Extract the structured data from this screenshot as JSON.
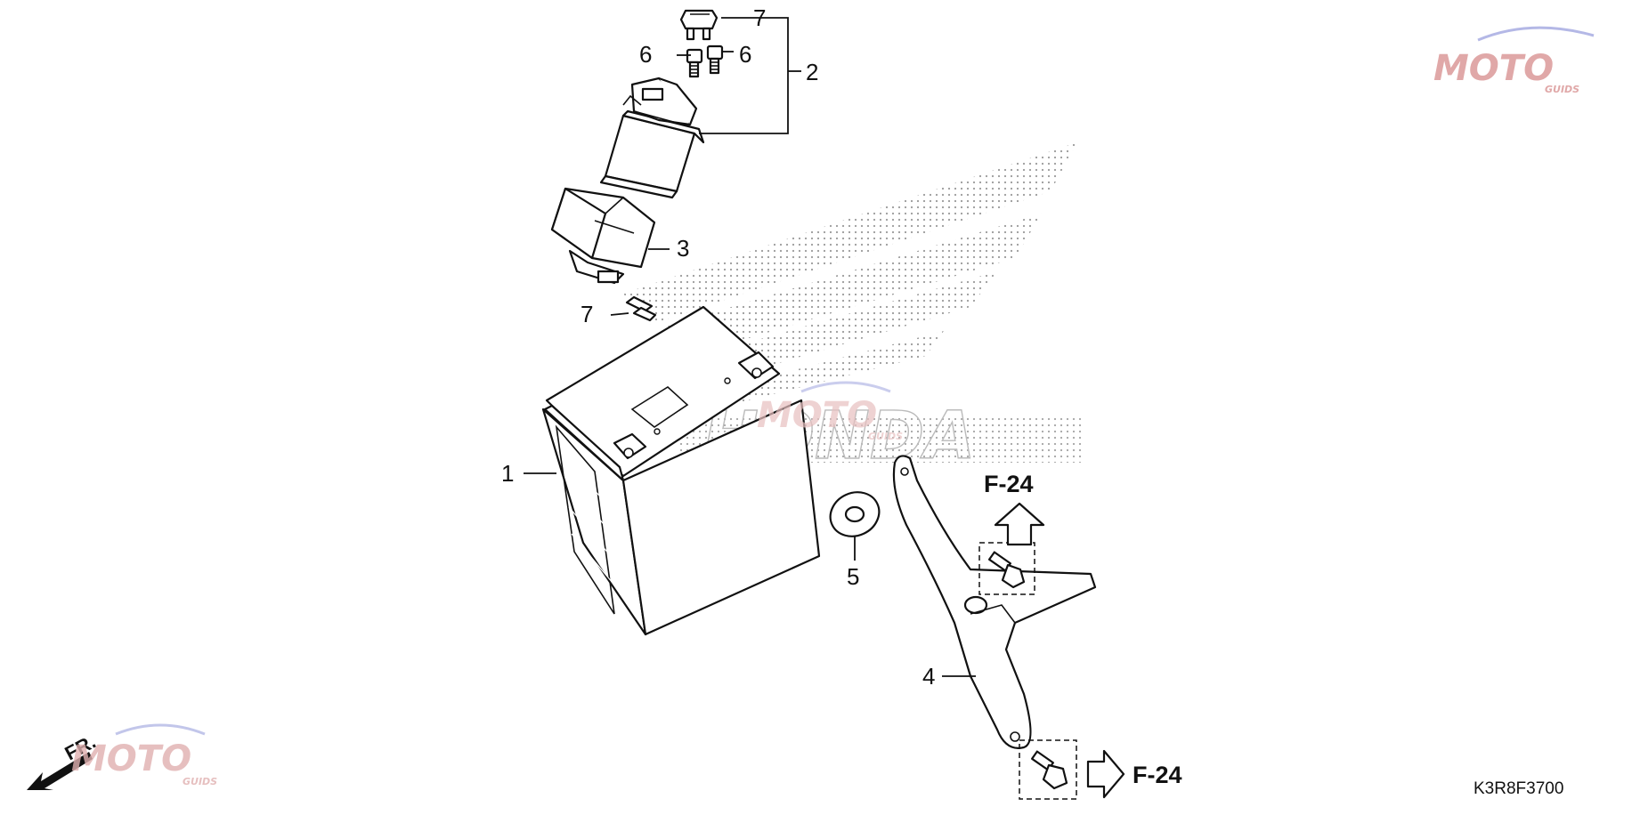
{
  "diagram": {
    "part_code": "K3R8F3700",
    "front_indicator": "FR.",
    "ref_upper": "F-24",
    "ref_lower": "F-24",
    "watermarks": [
      "MOTO",
      "GUIDS"
    ],
    "brand_outline": "HONDA"
  },
  "callouts": [
    {
      "id": "1",
      "part": "battery"
    },
    {
      "id": "2",
      "part": "fuse-box-assembly"
    },
    {
      "id": "3",
      "part": "fuse-box-cover"
    },
    {
      "id": "4",
      "part": "battery-stay"
    },
    {
      "id": "5",
      "part": "rubber-cushion"
    },
    {
      "id": "6",
      "part": "fuse-small-left"
    },
    {
      "id": "6",
      "part": "fuse-small-right"
    },
    {
      "id": "7",
      "part": "blade-fuse-top"
    },
    {
      "id": "7",
      "part": "blade-fuse-loose"
    }
  ],
  "colors": {
    "line": "#111111",
    "watermark_red": "#e0a8a8",
    "watermark_blue": "#b4b8e6",
    "dots": "#999999"
  }
}
